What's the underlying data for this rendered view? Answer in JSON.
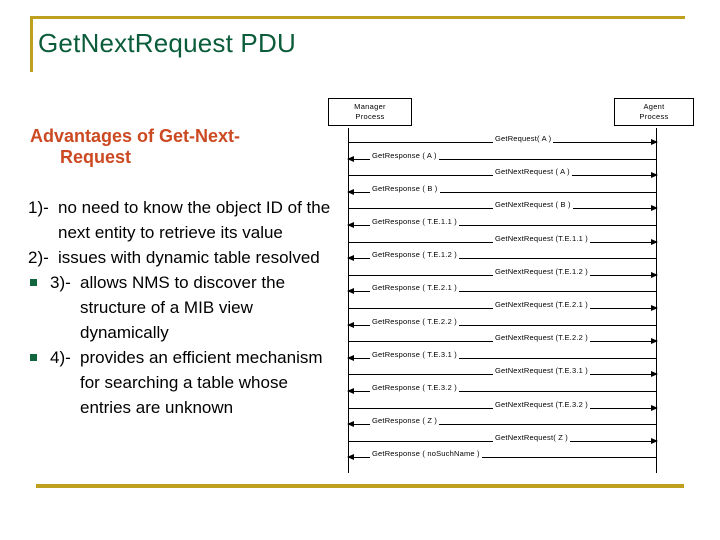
{
  "slide": {
    "title": "GetNextRequest PDU",
    "subheading_line1": "Advantages of Get-Next-",
    "subheading_line2": "Request",
    "accent_gold": "#bfa01e",
    "title_green": "#0b5c3a",
    "subhead_orange": "#cc4a22",
    "bullet_green": "#11663d"
  },
  "body": {
    "items": [
      {
        "lead": "1)-",
        "text": "no need to know the object ID of the next entity to retrieve its value",
        "bulleted": false
      },
      {
        "lead": "2)-",
        "text": "issues with dynamic table resolved",
        "bulleted": false
      },
      {
        "lead": "3)-",
        "text": "allows NMS to discover the structure of a MIB view dynamically",
        "bulleted": true
      },
      {
        "lead": "4)-",
        "text": "provides an efficient mechanism for searching a table whose entries are unknown",
        "bulleted": true
      }
    ]
  },
  "diagram": {
    "left_process": {
      "line1": "Manager",
      "line2": "Process"
    },
    "right_process": {
      "line1": "Agent",
      "line2": "Process"
    },
    "messages": [
      {
        "label": "GetRequest( A )",
        "direction": "request"
      },
      {
        "label": "GetResponse ( A )",
        "direction": "response"
      },
      {
        "label": "GetNextRequest ( A )",
        "direction": "request"
      },
      {
        "label": "GetResponse ( B )",
        "direction": "response"
      },
      {
        "label": "GetNextRequest ( B )",
        "direction": "request"
      },
      {
        "label": "GetResponse ( T.E.1.1 )",
        "direction": "response"
      },
      {
        "label": "GetNextRequest (T.E.1.1 )",
        "direction": "request"
      },
      {
        "label": "GetResponse ( T.E.1.2 )",
        "direction": "response"
      },
      {
        "label": "GetNextRequest (T.E.1.2 )",
        "direction": "request"
      },
      {
        "label": "GetResponse ( T.E.2.1 )",
        "direction": "response"
      },
      {
        "label": "GetNextRequest (T.E.2.1 )",
        "direction": "request"
      },
      {
        "label": "GetResponse ( T.E.2.2 )",
        "direction": "response"
      },
      {
        "label": "GetNextRequest (T.E.2.2 )",
        "direction": "request"
      },
      {
        "label": "GetResponse ( T.E.3.1 )",
        "direction": "response"
      },
      {
        "label": "GetNextRequest (T.E.3.1 )",
        "direction": "request"
      },
      {
        "label": "GetResponse ( T.E.3.2 )",
        "direction": "response"
      },
      {
        "label": "GetNextRequest (T.E.3.2 )",
        "direction": "request"
      },
      {
        "label": "GetResponse ( Z )",
        "direction": "response"
      },
      {
        "label": "GetNextRequest( Z )",
        "direction": "request"
      },
      {
        "label": "GetResponse ( noSuchName )",
        "direction": "response"
      }
    ]
  }
}
